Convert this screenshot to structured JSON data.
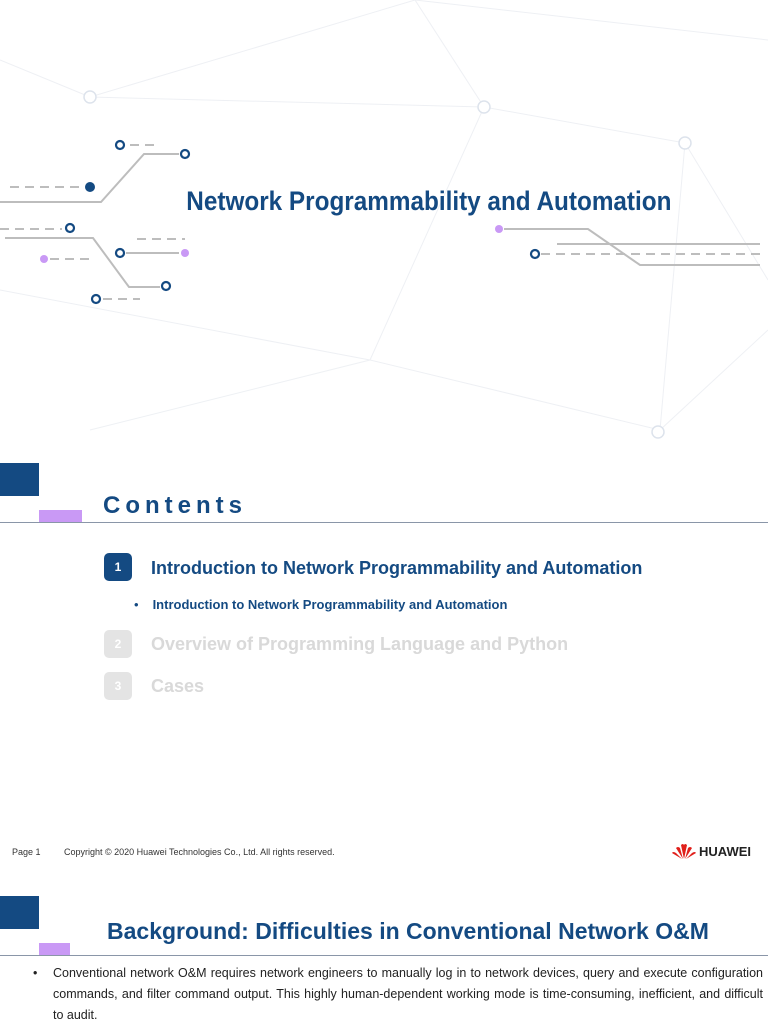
{
  "title_slide": {
    "title": "Network Programmability and Automation"
  },
  "contents_slide": {
    "heading": "Contents",
    "items": [
      {
        "number": "1",
        "label": "Introduction to Network Programmability and Automation",
        "active": true
      },
      {
        "number": "2",
        "label": "Overview of Programming Language and Python",
        "active": false
      },
      {
        "number": "3",
        "label": "Cases",
        "active": false
      }
    ],
    "subitems": [
      "Introduction to Network Programmability and Automation"
    ],
    "footer": {
      "page": "Page 1",
      "copyright": "Copyright © 2020 Huawei Technologies Co., Ltd. All rights reserved.",
      "logo_text": "HUAWEI"
    }
  },
  "background_slide": {
    "title": "Background: Difficulties in Conventional Network O&M",
    "bullets": [
      "Conventional network O&M requires network engineers to manually log in to network devices, query and execute configuration commands, and filter command output. This highly human-dependent working mode is time-consuming, inefficient, and difficult to audit."
    ]
  },
  "colors": {
    "primary": "#144a82",
    "accent": "#c999f5",
    "line": "#bdbdbd"
  }
}
